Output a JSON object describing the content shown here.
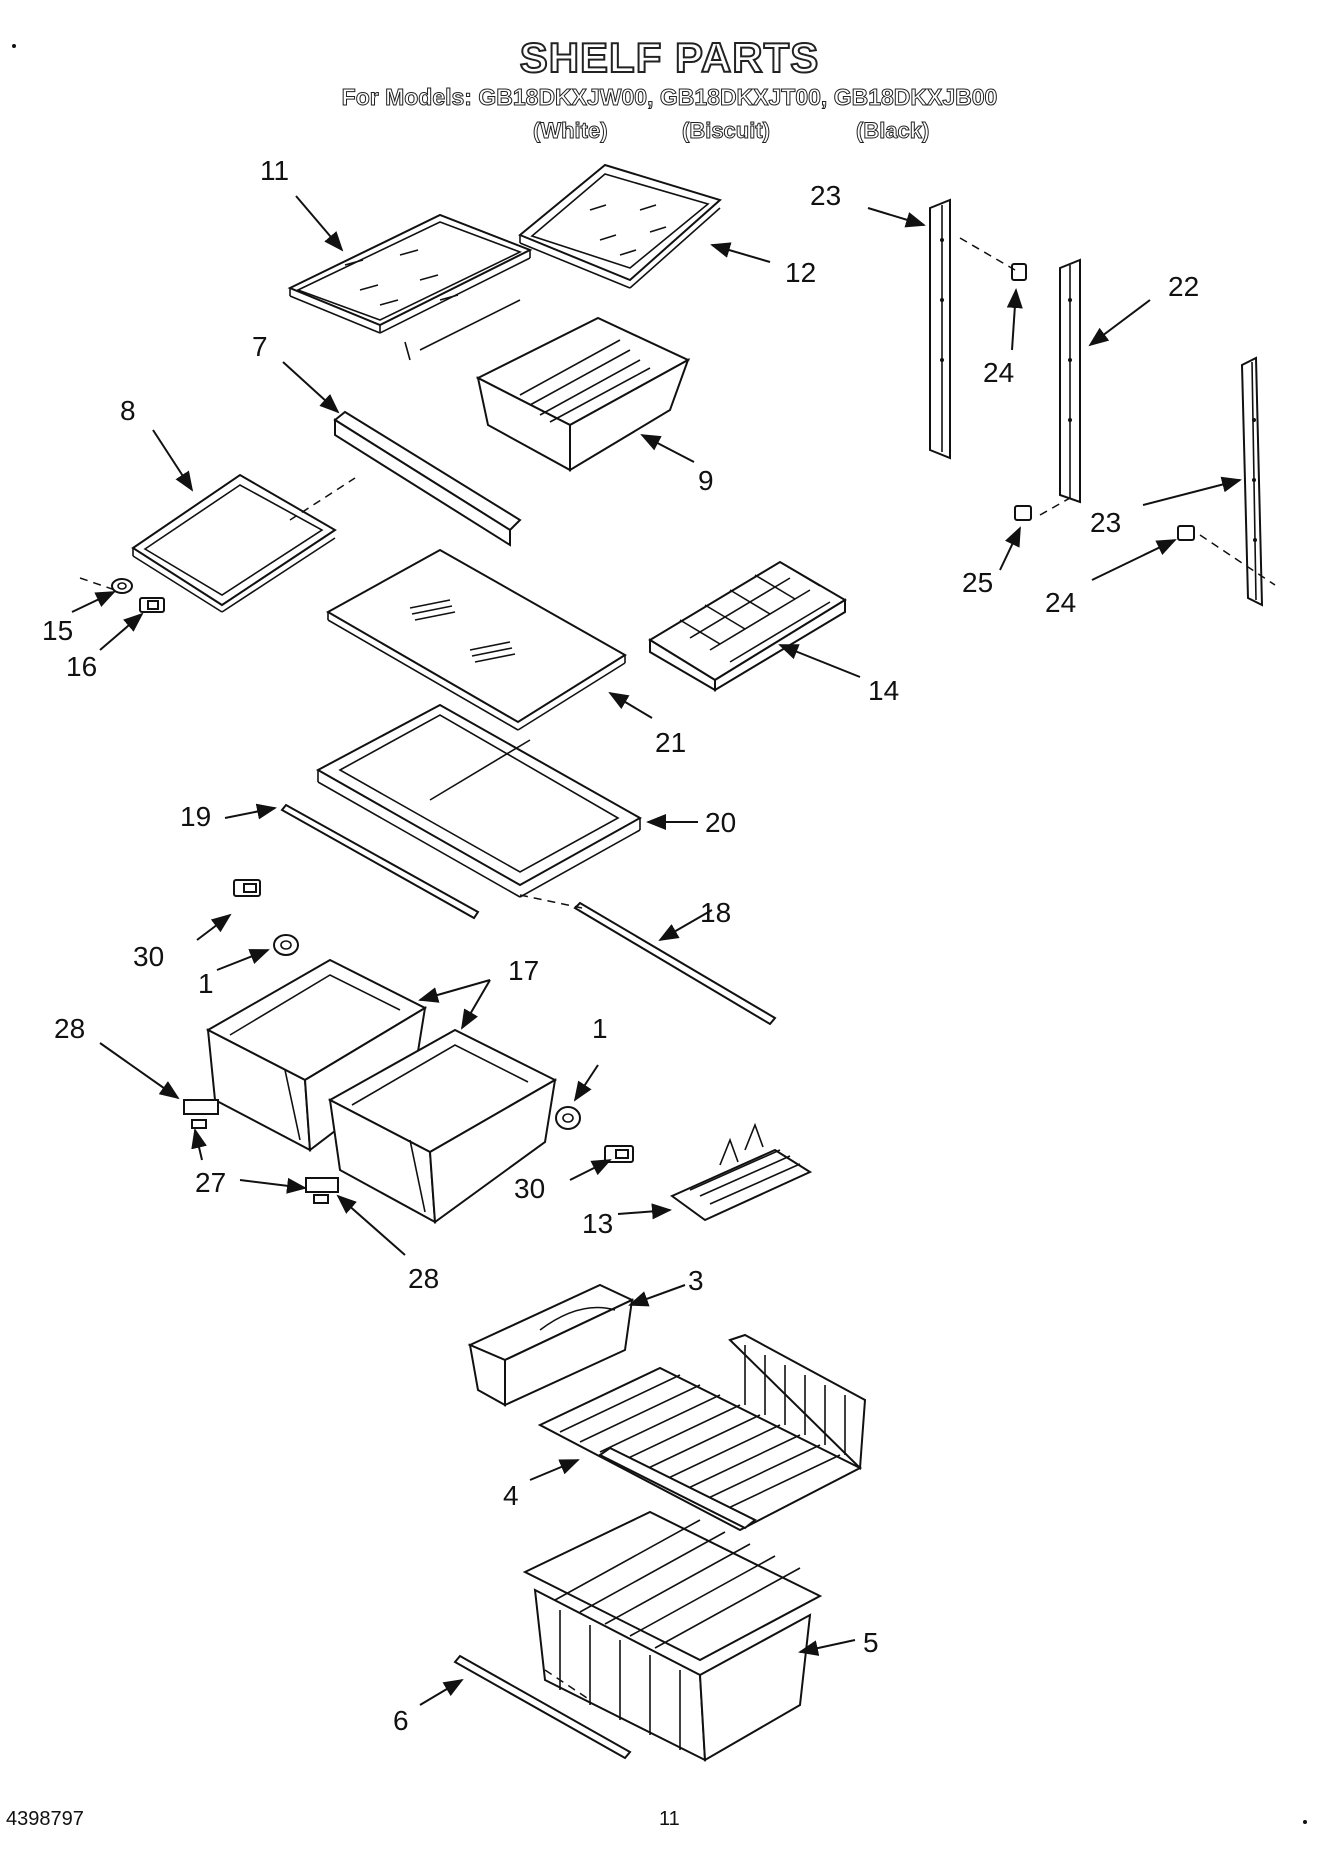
{
  "header": {
    "title": "SHELF PARTS",
    "models": "For Models: GB18DKXJW00, GB18DKXJT00, GB18DKXJB00",
    "colors": [
      "(White)",
      "(Biscuit)",
      "(Black)"
    ]
  },
  "callouts": {
    "c11": "11",
    "c12": "12",
    "c23a": "23",
    "c22": "22",
    "c24a": "24",
    "c7": "7",
    "c8": "8",
    "c9": "9",
    "c23b": "23",
    "c25": "25",
    "c24b": "24",
    "c15": "15",
    "c16": "16",
    "c14": "14",
    "c21": "21",
    "c19": "19",
    "c20": "20",
    "c18": "18",
    "c30a": "30",
    "c1a": "1",
    "c17": "17",
    "c28a": "28",
    "c1b": "1",
    "c27": "27",
    "c30b": "30",
    "c13": "13",
    "c28b": "28",
    "c3": "3",
    "c4": "4",
    "c5": "5",
    "c6": "6"
  },
  "footer": {
    "doc_number": "4398797",
    "page_number": "11"
  }
}
